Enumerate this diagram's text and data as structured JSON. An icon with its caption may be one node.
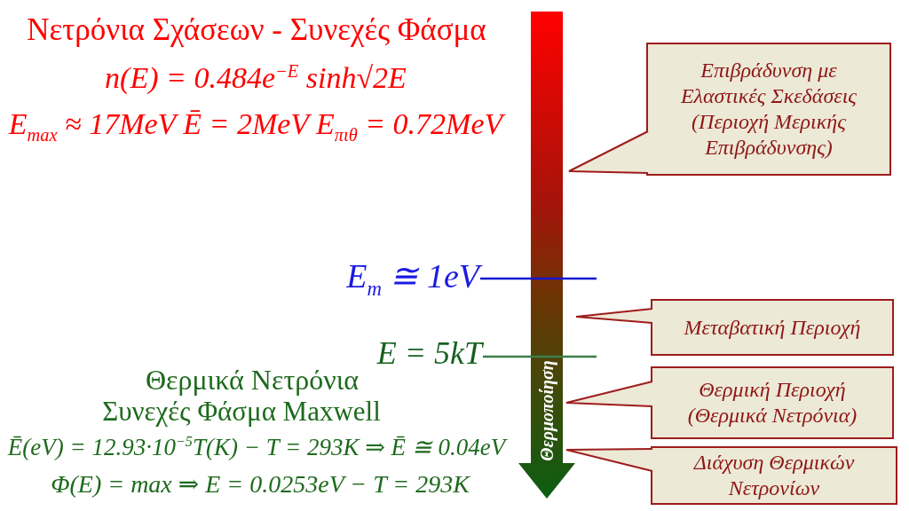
{
  "diagram": {
    "nodes": [
      {
        "text": [
          "Θερμοποίηση"
        ]
      },
      {
        "text": [
          "Επιβράδυνση με Ελαστικές Σκεδάσεις (Περιοχή Μερικής Επιβράδυνσης)"
        ]
      },
      {
        "text": [
          "E$_{m}$ ≅ 1eV"
        ]
      },
      {
        "text": [
          "Μεταβατική Περιοχή"
        ]
      },
      {
        "text": [
          "E = 5kT"
        ]
      },
      {
        "text": [
          "Θερμική Περιοχή (Θερμικά Νετρόνια)"
        ]
      },
      {
        "text": [
          "Διάχυση Θερμικών Νετρονίων"
        ]
      }
    ],
    "edges": [
      {
        "from": 1,
        "to": 0,
        "arrow": "none"
      },
      {
        "from": 2,
        "to": null,
        "arrow": "none",
        "color": "#1414d2"
      },
      {
        "from": 3,
        "to": 0,
        "arrow": "none"
      },
      {
        "from": 4,
        "to": null,
        "arrow": "none",
        "color": "#3c7d4b"
      },
      {
        "from": 5,
        "to": 0,
        "arrow": "none"
      },
      {
        "from": 6,
        "to": 0,
        "arrow": "none"
      }
    ],
    "labels": [
      "Νετρόνια Σχάσεων - Συνεχές Φάσμα",
      "n(E) = 0.484e$^{−E}$ sinh√2E",
      "E$_{max}$ ≈ 17MeV Ē = 2MeV E$_{πιθ}$ = 0.72MeV",
      "Θερμικά Νετρόνια",
      "Συνεχές Φάσμα Maxwell",
      "Ē(eV) = 12.93·10$^{−5}$T(K) − T = 293K ⇒ Ē ≅ 0.04eV",
      "Φ(E) = max ⇒ E = 0.0253eV − T = 293K"
    ]
  }
}
